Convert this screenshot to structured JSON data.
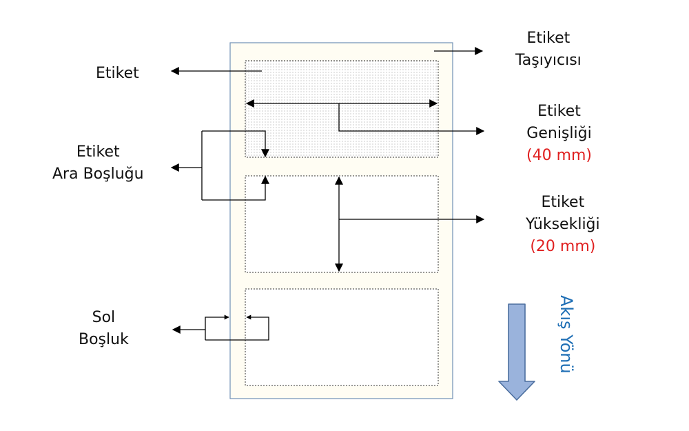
{
  "labels": {
    "carrier": {
      "line1": "Etiket",
      "line2": "Taşıyıcısı"
    },
    "label": {
      "line1": "Etiket"
    },
    "gap": {
      "line1": "Etiket",
      "line2": "Ara Boşluğu"
    },
    "width": {
      "line1": "Etiket",
      "line2": "Genişliği",
      "value": "(40 mm)"
    },
    "height": {
      "line1": "Etiket",
      "line2": "Yüksekliği",
      "value": "(20 mm)"
    },
    "left_margin": {
      "line1": "Sol",
      "line2": "Boşluk"
    },
    "flow_direction": "Akış Yönü"
  },
  "colors": {
    "carrier_fill": "#fffdf3",
    "carrier_border": "#6f8fb5",
    "measure_value": "#e02020",
    "flow_arrow_fill": "#9ab3dc",
    "flow_arrow_stroke": "#4c6f9f",
    "flow_text": "#1f6fb5"
  },
  "icons": {
    "flow_arrow": "down-arrow-icon"
  }
}
